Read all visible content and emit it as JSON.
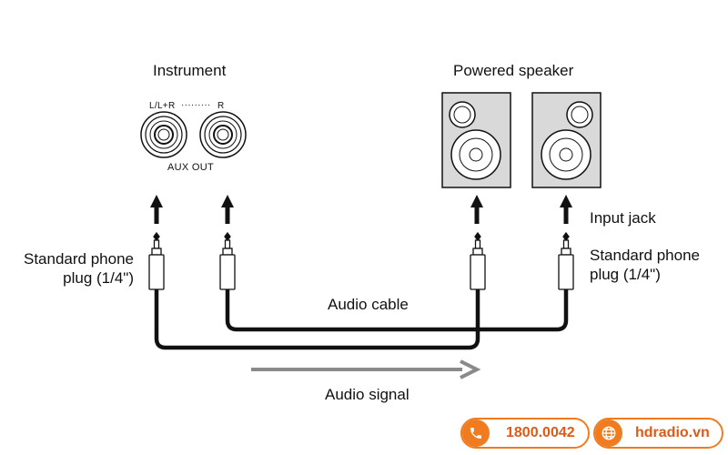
{
  "labels": {
    "instrument": "Instrument",
    "powered_speaker": "Powered speaker",
    "jack_left": "L/L+R",
    "jack_dots": "·········",
    "jack_right": "R",
    "aux_out": "AUX OUT",
    "plug_left_line1": "Standard phone",
    "plug_left_line2": "plug (1/4\")",
    "plug_right_line1": "Standard phone",
    "plug_right_line2": "plug (1/4\")",
    "input_jack": "Input jack",
    "audio_cable": "Audio cable",
    "audio_signal": "Audio signal"
  },
  "contact": {
    "phone": "1800.0042",
    "website": "hdradio.vn",
    "phone_icon": "phone-icon",
    "web_icon": "globe-icon"
  },
  "colors": {
    "accent": "#f07c1f",
    "accent_text": "#e05a14",
    "speaker_fill": "#d9d9d9",
    "signal_arrow": "#8a8a8a",
    "cable": "#111111"
  }
}
